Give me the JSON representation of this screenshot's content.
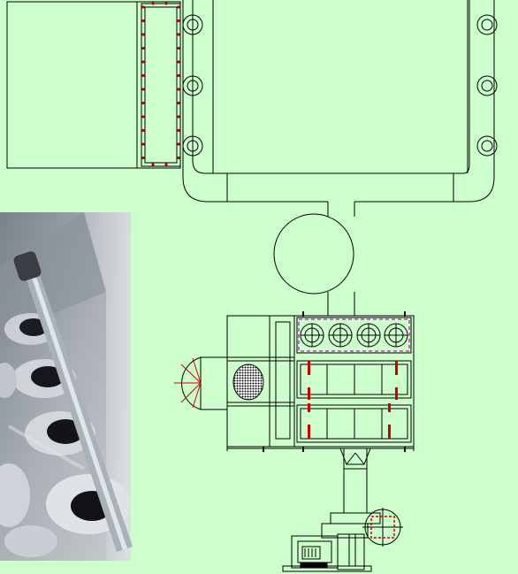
{
  "colors": {
    "background": "#ccffcc",
    "line": "#000000",
    "bolt": "#cc0000",
    "fan_accent": "#cc33cc",
    "photo_metal_light": "#c8cdd2",
    "photo_metal_dark": "#7d858d"
  },
  "components": {
    "cabinet": "filter-cabinet-side-view",
    "bolt_flange": "bolted-flange-frame",
    "duct": "suction-duct-manifold",
    "cyclone": "cyclone-drum",
    "housing": "dust-collector-housing",
    "fan_row": "reverse-jet-fan-row",
    "hopper": "collection-hopper-chambers",
    "inlet": "side-inlet-bellmouth",
    "grille": "perforated-grille",
    "riser": "vertical-outlet-pipe",
    "blower": "blower-motor-assembly",
    "photo": "filter-bag-interior-photo"
  }
}
